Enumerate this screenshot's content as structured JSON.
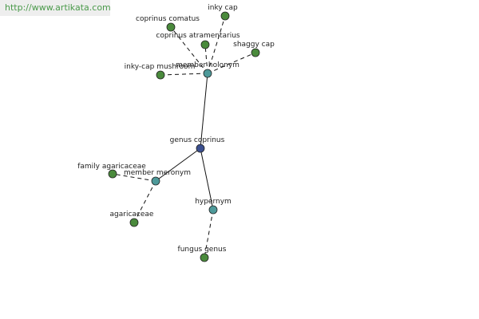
{
  "watermark": "http://www.artikata.com",
  "colors": {
    "root": "#3b4f8f",
    "relation": "#4e9a9a",
    "leaf": "#4a8a3c",
    "stroke": "#222222",
    "edge": "#111111"
  },
  "nodes": [
    {
      "id": "genus-coprinus",
      "label": "genus coprinus",
      "kind": "root"
    },
    {
      "id": "member-holonym",
      "label": "member holonym",
      "kind": "relation"
    },
    {
      "id": "member-meronym",
      "label": "member meronym",
      "kind": "relation"
    },
    {
      "id": "hypernym",
      "label": "hypernym",
      "kind": "relation"
    },
    {
      "id": "coprinus-comatus",
      "label": "coprinus comatus",
      "kind": "leaf"
    },
    {
      "id": "inky-cap",
      "label": "inky cap",
      "kind": "leaf"
    },
    {
      "id": "coprinus-atramentarius",
      "label": "coprinus atramentarius",
      "kind": "leaf"
    },
    {
      "id": "shaggy-cap",
      "label": "shaggy cap",
      "kind": "leaf"
    },
    {
      "id": "inky-cap-mushroom",
      "label": "inky-cap mushroom",
      "kind": "leaf"
    },
    {
      "id": "family-agaricaceae",
      "label": "family agaricaceae",
      "kind": "leaf"
    },
    {
      "id": "agaricaceae",
      "label": "agaricaceae",
      "kind": "leaf"
    },
    {
      "id": "fungus-genus",
      "label": "fungus genus",
      "kind": "leaf"
    }
  ],
  "edges": [
    {
      "from": "genus-coprinus",
      "to": "member-holonym",
      "style": "solid"
    },
    {
      "from": "genus-coprinus",
      "to": "member-meronym",
      "style": "solid"
    },
    {
      "from": "genus-coprinus",
      "to": "hypernym",
      "style": "solid"
    },
    {
      "from": "member-holonym",
      "to": "coprinus-comatus",
      "style": "dashed"
    },
    {
      "from": "member-holonym",
      "to": "inky-cap",
      "style": "dashed"
    },
    {
      "from": "member-holonym",
      "to": "coprinus-atramentarius",
      "style": "dashed"
    },
    {
      "from": "member-holonym",
      "to": "shaggy-cap",
      "style": "dashed"
    },
    {
      "from": "member-holonym",
      "to": "inky-cap-mushroom",
      "style": "dashed"
    },
    {
      "from": "member-meronym",
      "to": "family-agaricaceae",
      "style": "dashed"
    },
    {
      "from": "member-meronym",
      "to": "agaricaceae",
      "style": "dashed"
    },
    {
      "from": "hypernym",
      "to": "fungus-genus",
      "style": "dashed"
    }
  ]
}
